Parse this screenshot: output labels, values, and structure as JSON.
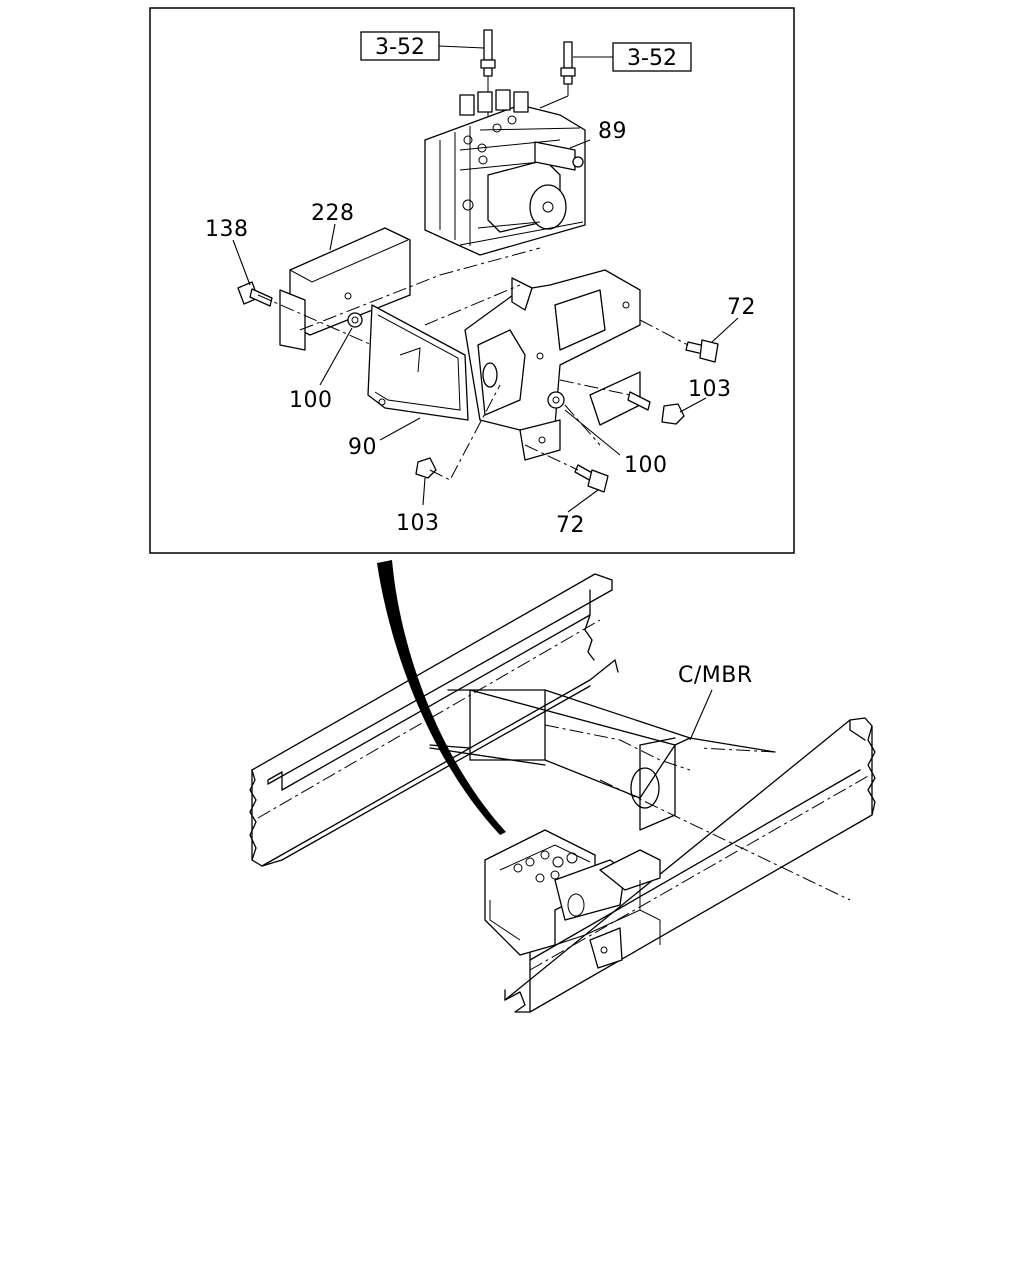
{
  "callouts": {
    "ref_left": "3-52",
    "ref_right": "3-52",
    "p89": "89",
    "p228": "228",
    "p138": "138",
    "p72_top": "72",
    "p103_right": "103",
    "p100_left": "100",
    "p90": "90",
    "p100_right": "100",
    "p103_bottom": "103",
    "p72_bottom": "72",
    "cmbr": "C/MBR"
  }
}
